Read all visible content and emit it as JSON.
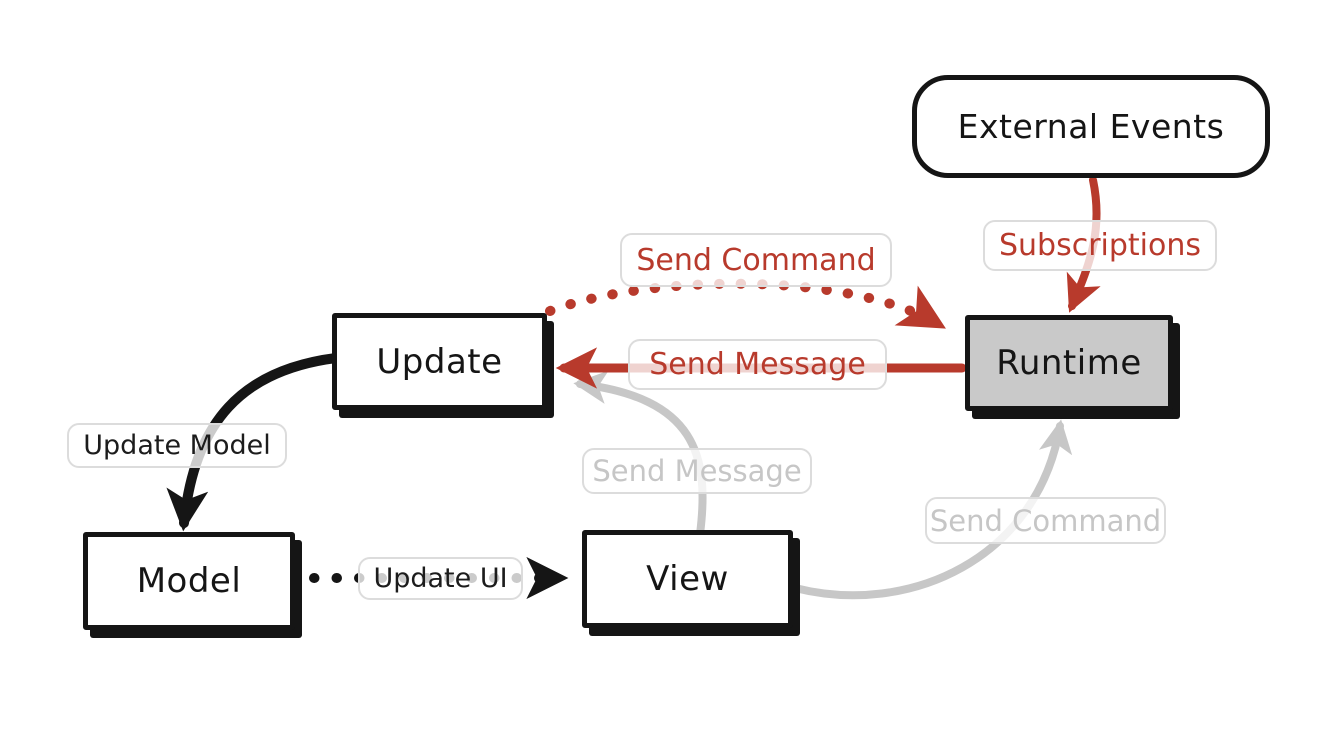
{
  "diagram": {
    "description": "Model-View-Update architecture diagram with Runtime and External Events"
  },
  "colors": {
    "red": "#b83a2c",
    "gray": "#c7c7c7",
    "gray-text": "#c6c6c6",
    "black": "#151515",
    "runtime-fill": "#c9c9c9",
    "pill-border": "#dcdcdc",
    "bg": "#ffffff"
  },
  "nodes": {
    "external_events": {
      "label": "External Events"
    },
    "runtime": {
      "label": "Runtime"
    },
    "update": {
      "label": "Update"
    },
    "model": {
      "label": "Model"
    },
    "view": {
      "label": "View"
    }
  },
  "edges": {
    "subscriptions": {
      "label": "Subscriptions",
      "from": "External Events",
      "to": "Runtime",
      "color": "red",
      "style": "solid"
    },
    "send_command_to_runtime": {
      "label": "Send Command",
      "from": "Update",
      "to": "Runtime",
      "color": "red",
      "style": "dotted"
    },
    "send_message_to_update": {
      "label": "Send Message",
      "from": "Runtime",
      "to": "Update",
      "color": "red",
      "style": "solid"
    },
    "update_model": {
      "label": "Update Model",
      "from": "Update",
      "to": "Model",
      "color": "black",
      "style": "solid"
    },
    "update_ui": {
      "label": "Update UI",
      "from": "Model",
      "to": "View",
      "color": "black",
      "style": "dotted"
    },
    "send_message_from_view": {
      "label": "Send Message",
      "from": "View",
      "to": "Update",
      "color": "gray",
      "style": "solid"
    },
    "send_command_from_view": {
      "label": "Send Command",
      "from": "View",
      "to": "Runtime",
      "color": "gray",
      "style": "solid"
    }
  }
}
